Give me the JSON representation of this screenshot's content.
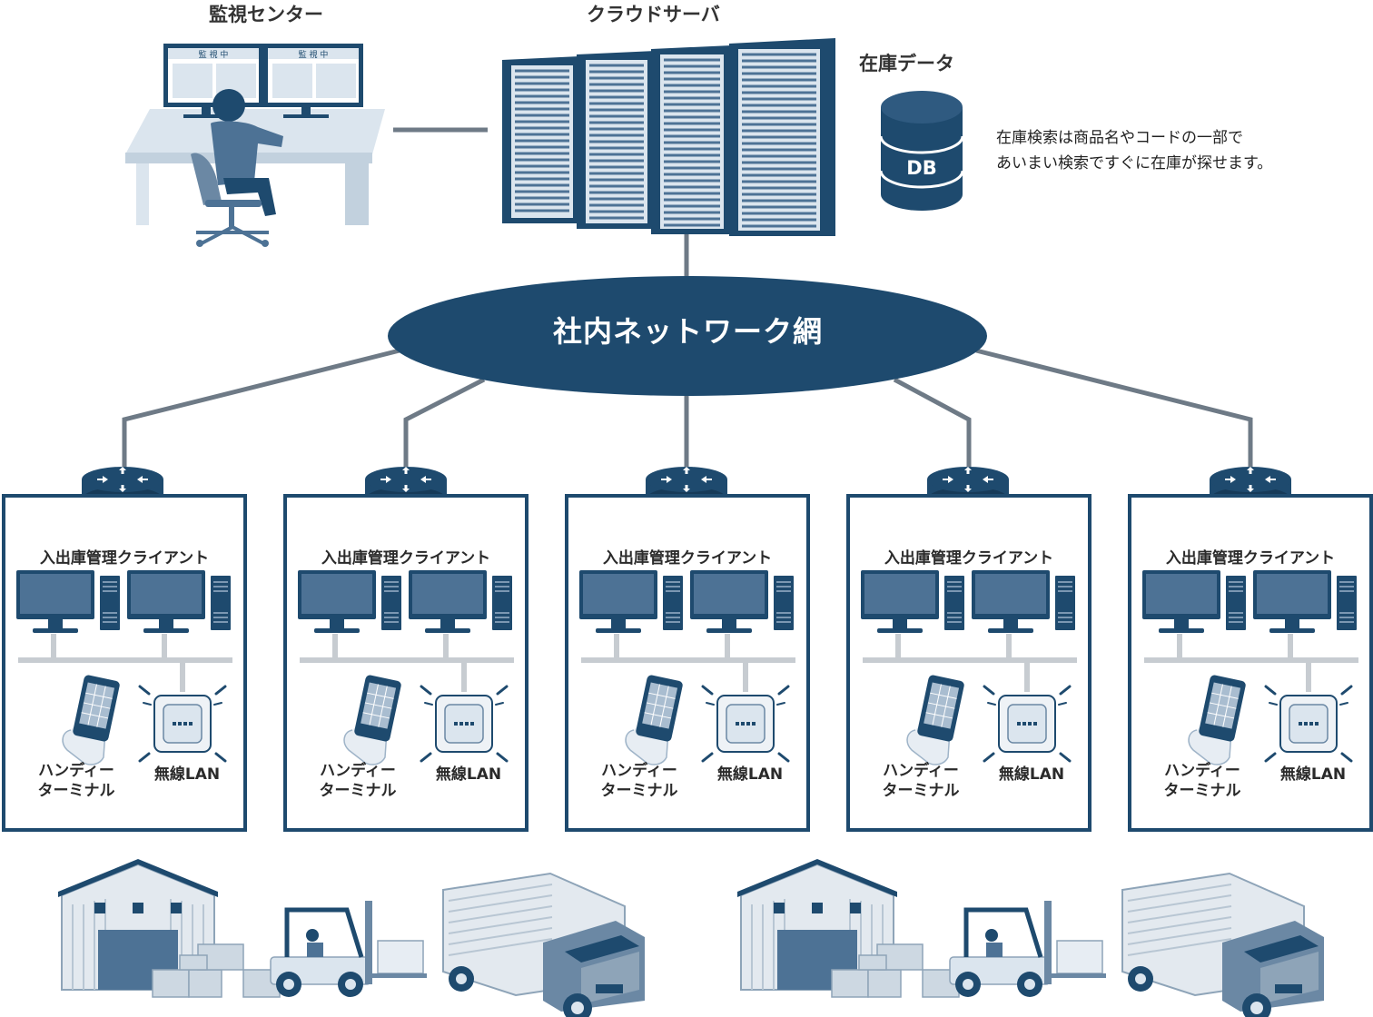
{
  "labels": {
    "monitor_center": "監視センター",
    "cloud_server": "クラウドサーバ",
    "inventory_data": "在庫データ",
    "db": "DB",
    "monitor_screen": "監 視 中",
    "description_line1": "在庫検索は商品名やコードの一部で",
    "description_line2": "あいまい検索ですぐに在庫が探せます。",
    "network": "社内ネットワーク網"
  },
  "clients": [
    {
      "title": "入出庫管理クライアント",
      "handy_line1": "ハンディー",
      "handy_line2": "ターミナル",
      "wlan": "無線LAN"
    },
    {
      "title": "入出庫管理クライアント",
      "handy_line1": "ハンディー",
      "handy_line2": "ターミナル",
      "wlan": "無線LAN"
    },
    {
      "title": "入出庫管理クライアント",
      "handy_line1": "ハンディー",
      "handy_line2": "ターミナル",
      "wlan": "無線LAN"
    },
    {
      "title": "入出庫管理クライアント",
      "handy_line1": "ハンディー",
      "handy_line2": "ターミナル",
      "wlan": "無線LAN"
    },
    {
      "title": "入出庫管理クライアント",
      "handy_line1": "ハンディー",
      "handy_line2": "ターミナル",
      "wlan": "無線LAN"
    }
  ],
  "colors": {
    "navy": "#1e4a6e",
    "mid_blue": "#5d7f9e",
    "light_blue": "#a9bdd0",
    "pale_blue": "#dbe5ee",
    "line_gray": "#6e7a86",
    "bus_gray": "#c7ccd1"
  }
}
